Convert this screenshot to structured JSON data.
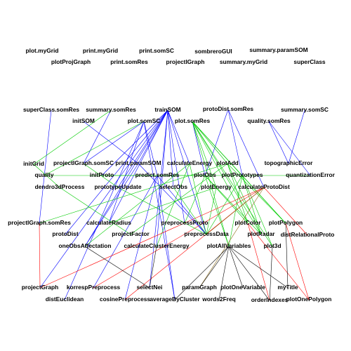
{
  "nodes": [
    {
      "id": "plot.myGrid",
      "label": "plot.myGrid"
    },
    {
      "id": "print.myGrid",
      "label": "print.myGrid"
    },
    {
      "id": "print.somSC",
      "label": "print.somSC"
    },
    {
      "id": "sombreroGUI",
      "label": "sombreroGUI"
    },
    {
      "id": "summary.paramSOM",
      "label": "summary.paramSOM"
    },
    {
      "id": "plotProjGraph",
      "label": "plotProjGraph"
    },
    {
      "id": "print.somRes",
      "label": "print.somRes"
    },
    {
      "id": "projectIGraph",
      "label": "projectIGraph"
    },
    {
      "id": "summary.myGrid",
      "label": "summary.myGrid"
    },
    {
      "id": "superClass",
      "label": "superClass"
    },
    {
      "id": "superClass.somRes",
      "label": "superClass.somRes"
    },
    {
      "id": "summary.somRes",
      "label": "summary.somRes"
    },
    {
      "id": "trainSOM",
      "label": "trainSOM"
    },
    {
      "id": "protoDist.somRes",
      "label": "protoDist.somRes"
    },
    {
      "id": "summary.somSC",
      "label": "summary.somSC"
    },
    {
      "id": "initSOM",
      "label": "initSOM"
    },
    {
      "id": "plot.somSC",
      "label": "plot.somSC"
    },
    {
      "id": "plot.somRes",
      "label": "plot.somRes"
    },
    {
      "id": "quality.somRes",
      "label": "quality.somRes"
    },
    {
      "id": "initGrid",
      "label": "initGrid"
    },
    {
      "id": "projectIGraph.somSC",
      "label": "projectIGraph.somSC"
    },
    {
      "id": "print.paramSOM",
      "label": "print.paramSOM"
    },
    {
      "id": "calculateEnergy",
      "label": "calculateEnergy"
    },
    {
      "id": "plotAdd",
      "label": "plotAdd"
    },
    {
      "id": "topographicError",
      "label": "topographicError"
    },
    {
      "id": "quality",
      "label": "quality"
    },
    {
      "id": "initProto",
      "label": "initProto"
    },
    {
      "id": "predict.somRes",
      "label": "predict.somRes"
    },
    {
      "id": "plotObs",
      "label": "plotObs"
    },
    {
      "id": "plotPrototypes",
      "label": "plotPrototypes"
    },
    {
      "id": "quantizationError",
      "label": "quantizationError"
    },
    {
      "id": "dendro3dProcess",
      "label": "dendro3dProcess"
    },
    {
      "id": "prototypeUpdate",
      "label": "prototypeUpdate"
    },
    {
      "id": "selectObs",
      "label": "selectObs"
    },
    {
      "id": "plotEnergy",
      "label": "plotEnergy"
    },
    {
      "id": "calculateProtoDist",
      "label": "calculateProtoDist"
    },
    {
      "id": "projectIGraph.somRes",
      "label": "projectIGraph.somRes"
    },
    {
      "id": "calculateRadius",
      "label": "calculateRadius"
    },
    {
      "id": "preprocessProto",
      "label": "preprocessProto"
    },
    {
      "id": "plotColor",
      "label": "plotColor"
    },
    {
      "id": "plotPolygon",
      "label": "plotPolygon"
    },
    {
      "id": "protoDist",
      "label": "protoDist"
    },
    {
      "id": "projectFactor",
      "label": "projectFactor"
    },
    {
      "id": "preprocessData",
      "label": "preprocessData"
    },
    {
      "id": "plotRadar",
      "label": "plotRadar"
    },
    {
      "id": "distRelationalProto",
      "label": "distRelationalProto"
    },
    {
      "id": "oneObsAffectation",
      "label": "oneObsAffectation"
    },
    {
      "id": "calculateClusterEnergy",
      "label": "calculateClusterEnergy"
    },
    {
      "id": "plotAllVariables",
      "label": "plotAllVariables"
    },
    {
      "id": "plot3d",
      "label": "plot3d"
    },
    {
      "id": "projectGraph",
      "label": "projectGraph"
    },
    {
      "id": "korrespPreprocess",
      "label": "korrespPreprocess"
    },
    {
      "id": "selectNei",
      "label": "selectNei"
    },
    {
      "id": "paramGraph",
      "label": "paramGraph"
    },
    {
      "id": "plotOneVariable",
      "label": "plotOneVariable"
    },
    {
      "id": "myTitle",
      "label": "myTitle"
    },
    {
      "id": "distEuclidean",
      "label": "distEuclidean"
    },
    {
      "id": "cosinePreprocess",
      "label": "cosinePreprocess"
    },
    {
      "id": "averageByCluster",
      "label": "averageByCluster"
    },
    {
      "id": "words2Freq",
      "label": "words2Freq"
    },
    {
      "id": "orderIndexes",
      "label": "orderIndexes"
    },
    {
      "id": "plotOnePolygon",
      "label": "plotOnePolygon"
    }
  ],
  "edge_colors": {
    "blue": "#0000ff",
    "green": "#00cc00",
    "red": "#ff0000",
    "black": "#000000",
    "brown": "#8b6914"
  },
  "edges": [
    [
      "superClass.somRes",
      "projectIGraph.somRes",
      "blue"
    ],
    [
      "summary.somRes",
      "projectIGraph.somSC",
      "blue"
    ],
    [
      "summary.somRes",
      "initGrid",
      "green"
    ],
    [
      "trainSOM",
      "print.paramSOM",
      "blue"
    ],
    [
      "trainSOM",
      "initProto",
      "blue"
    ],
    [
      "trainSOM",
      "calculateRadius",
      "blue"
    ],
    [
      "trainSOM",
      "selectNei",
      "blue"
    ],
    [
      "trainSOM",
      "preprocessData",
      "blue"
    ],
    [
      "trainSOM",
      "calculateClusterEnergy",
      "blue"
    ],
    [
      "trainSOM",
      "prototypeUpdate",
      "blue"
    ],
    [
      "trainSOM",
      "oneObsAffectation",
      "blue"
    ],
    [
      "trainSOM",
      "calculateEnergy",
      "blue"
    ],
    [
      "trainSOM",
      "preprocessProto",
      "blue"
    ],
    [
      "trainSOM",
      "projectGraph",
      "blue"
    ],
    [
      "trainSOM",
      "protoDist",
      "blue"
    ],
    [
      "trainSOM",
      "selectObs",
      "blue"
    ],
    [
      "protoDist.somRes",
      "calculateProtoDist",
      "blue"
    ],
    [
      "protoDist.somRes",
      "plotObs",
      "blue"
    ],
    [
      "protoDist.somRes",
      "plotPrototypes",
      "blue"
    ],
    [
      "summary.somSC",
      "topographicError",
      "blue"
    ],
    [
      "plot.somSC",
      "projectIGraph.somSC",
      "blue"
    ],
    [
      "plot.somSC",
      "calculateRadius",
      "blue"
    ],
    [
      "plot.somSC",
      "distEuclidean",
      "blue"
    ],
    [
      "plot.somSC",
      "averageByCluster",
      "blue"
    ],
    [
      "plot.somSC",
      "predict.somRes",
      "blue"
    ],
    [
      "plot.somSC",
      "quality",
      "green"
    ],
    [
      "plot.somRes",
      "plotObs",
      "blue"
    ],
    [
      "plot.somRes",
      "plotColor",
      "green"
    ],
    [
      "plot.somRes",
      "plotRadar",
      "green"
    ],
    [
      "plot.somRes",
      "plotPrototypes",
      "green"
    ],
    [
      "plot.somRes",
      "plotEnergy",
      "green"
    ],
    [
      "plot.somRes",
      "plotAllVariables",
      "green"
    ],
    [
      "plot.somRes",
      "plot3d",
      "green"
    ],
    [
      "plot.somRes",
      "plotPolygon",
      "green"
    ],
    [
      "plot.somRes",
      "plotAdd",
      "green"
    ],
    [
      "initSOM",
      "print.paramSOM",
      "blue"
    ],
    [
      "quality.somRes",
      "quantizationError",
      "blue"
    ],
    [
      "quality.somRes",
      "topographicError",
      "blue"
    ],
    [
      "quality",
      "quantizationError",
      "green"
    ],
    [
      "print.paramSOM",
      "oneObsAffectation",
      "blue"
    ],
    [
      "print.paramSOM",
      "preprocessData",
      "blue"
    ],
    [
      "predict.somRes",
      "korrespPreprocess",
      "blue"
    ],
    [
      "predict.somRes",
      "preprocessData",
      "blue"
    ],
    [
      "predict.somRes",
      "averageByCluster",
      "blue"
    ],
    [
      "predict.somRes",
      "cosinePreprocess",
      "blue"
    ],
    [
      "calculateEnergy",
      "calculateClusterEnergy",
      "green"
    ],
    [
      "calculateEnergy",
      "preprocessData",
      "green"
    ],
    [
      "calculateEnergy",
      "oneObsAffectation",
      "green"
    ],
    [
      "plotAdd",
      "plotPolygon",
      "green"
    ],
    [
      "plotAdd",
      "plotColor",
      "green"
    ],
    [
      "plotAdd",
      "projectFactor",
      "green"
    ],
    [
      "plotAdd",
      "projectIGraph.somRes",
      "green"
    ],
    [
      "plotAdd",
      "plotRadar",
      "green"
    ],
    [
      "plotObs",
      "plotAllVariables",
      "green"
    ],
    [
      "plotObs",
      "plotRadar",
      "green"
    ],
    [
      "plotObs",
      "plotColor",
      "green"
    ],
    [
      "plotObs",
      "preprocessProto",
      "green"
    ],
    [
      "plotPrototypes",
      "preprocessData",
      "green"
    ],
    [
      "plotPrototypes",
      "plotRadar",
      "green"
    ],
    [
      "plotPrototypes",
      "plotPolygon",
      "green"
    ],
    [
      "plotPrototypes",
      "plot3d",
      "green"
    ],
    [
      "plotPrototypes",
      "plotAllVariables",
      "green"
    ],
    [
      "plotEnergy",
      "calculateRadius",
      "green"
    ],
    [
      "plotEnergy",
      "preprocessData",
      "green"
    ],
    [
      "calculateProtoDist",
      "projectGraph",
      "red"
    ],
    [
      "calculateProtoDist",
      "korrespPreprocess",
      "red"
    ],
    [
      "calculateProtoDist",
      "paramGraph",
      "brown"
    ],
    [
      "calculateProtoDist",
      "cosinePreprocess",
      "red"
    ],
    [
      "calculateProtoDist",
      "preprocessData",
      "brown"
    ],
    [
      "calculateProtoDist",
      "distRelationalProto",
      "red"
    ],
    [
      "plotColor",
      "orderIndexes",
      "red"
    ],
    [
      "plotColor",
      "plotOnePolygon",
      "red"
    ],
    [
      "plotAllVariables",
      "paramGraph",
      "black"
    ],
    [
      "plotAllVariables",
      "myTitle",
      "black"
    ],
    [
      "plotAllVariables",
      "plotOneVariable",
      "black"
    ],
    [
      "plotAllVariables",
      "orderIndexes",
      "black"
    ],
    [
      "plotAllVariables",
      "words2Freq",
      "black"
    ],
    [
      "plotAllVariables",
      "averageByCluster",
      "black"
    ],
    [
      "plotPolygon",
      "myTitle",
      "black"
    ],
    [
      "plotPolygon",
      "plotOnePolygon",
      "red"
    ],
    [
      "plot3d",
      "orderIndexes",
      "black"
    ],
    [
      "oneObsAffectation",
      "selectNei",
      "black"
    ],
    [
      "dendro3dProcess",
      "projectFactor",
      "green"
    ],
    [
      "prototypeUpdate",
      "preprocessData",
      "green"
    ],
    [
      "selectObs",
      "preprocessData",
      "green"
    ],
    [
      "projectIGraph.somSC",
      "prototypeUpdate",
      "green"
    ],
    [
      "initGrid",
      "dendro3dProcess",
      "green"
    ],
    [
      "projectIGraph.somRes",
      "projectGraph",
      "red"
    ],
    [
      "calculateClusterEnergy",
      "selectNei",
      "black"
    ],
    [
      "initProto",
      "plotObs",
      "green"
    ]
  ]
}
